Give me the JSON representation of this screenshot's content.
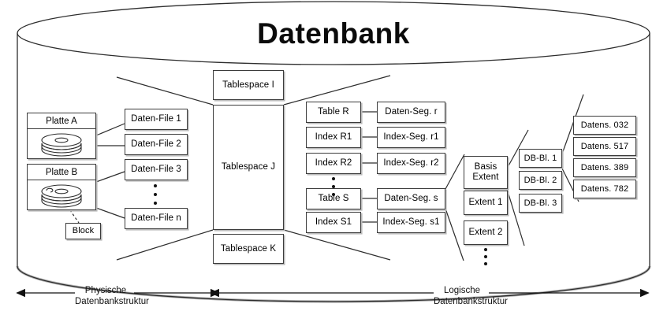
{
  "diagram": {
    "title": "Datenbank",
    "type": "database-architecture-diagram",
    "background_shape": "cylinder"
  },
  "physical": {
    "disks": [
      {
        "label": "Platte A",
        "icon": "disk-platter-icon"
      },
      {
        "label": "Platte B",
        "icon": "disk-platter-icon"
      }
    ],
    "block": "Block",
    "data_files": [
      "Daten-File 1",
      "Daten-File 2",
      "Daten-File 3",
      "Daten-File n"
    ],
    "data_files_ellipsis": "vertical-dots"
  },
  "tablespaces": [
    "Tablespace I",
    "Tablespace J",
    "Tablespace K"
  ],
  "logical": {
    "objects": [
      "Table R",
      "Index R1",
      "Index R2",
      "Table S",
      "Index S1"
    ],
    "objects_ellipsis": "vertical-dots",
    "segments": [
      "Daten-Seg. r",
      "Index-Seg. r1",
      "Index-Seg. r2",
      "Daten-Seg. s",
      "Index-Seg. s1"
    ],
    "extents": [
      "Basis\nExtent",
      "Extent 1",
      "Extent 2"
    ],
    "extents_ellipsis": "vertical-dots",
    "blocks": [
      "DB-Bl. 1",
      "DB-Bl. 2",
      "DB-Bl. 3"
    ],
    "records": [
      "Datens. 032",
      "Datens. 517",
      "Datens. 389",
      "Datens. 782"
    ]
  },
  "axes": [
    {
      "label": "Physische\nDatenbankstruktur",
      "direction": "double-arrow"
    },
    {
      "label": "Logische\nDatenbankstruktur",
      "direction": "double-arrow"
    }
  ],
  "colors": {
    "stroke": "#3b3b3b",
    "shadow": "#b9b9b9",
    "text": "#000000",
    "background": "#ffffff",
    "page": "#f2f2f2"
  }
}
